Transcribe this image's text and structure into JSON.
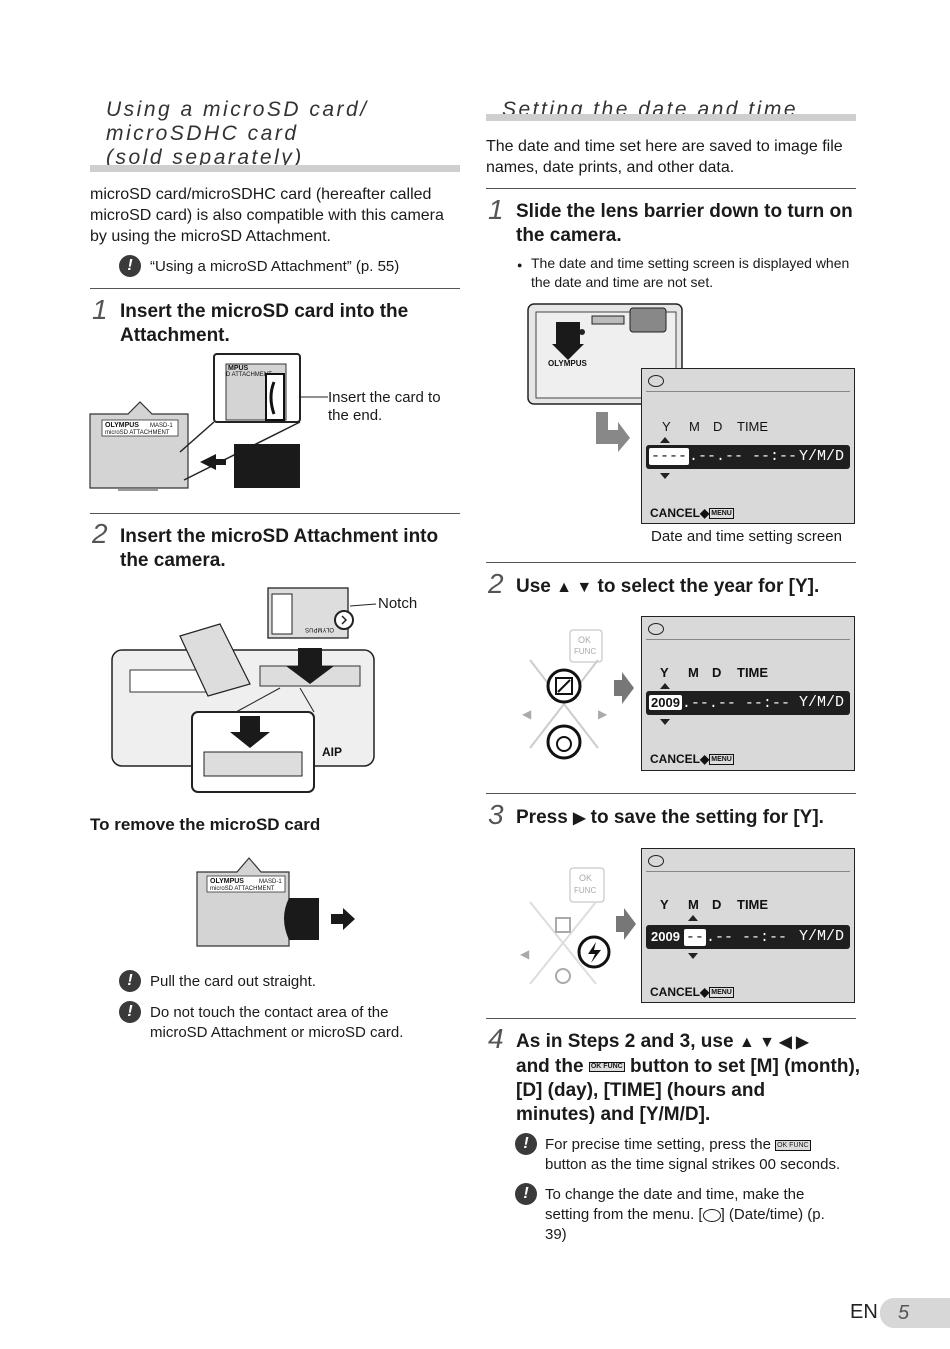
{
  "left": {
    "section_title": "Using a microSD card/\nmicroSDHC card\n(sold separately)",
    "intro": "microSD card/microSDHC card (hereafter called microSD card) is also compatible with this camera by using the microSD Attachment.",
    "intro_note": "“Using a microSD Attachment” (p. 55)",
    "step1": {
      "num": "1",
      "title": "Insert the microSD card into the Attachment.",
      "callout": "Insert the card to the end.",
      "brand": "OLYMPUS",
      "model": "MASD-1",
      "label": "microSD ATTACHMENT",
      "brand_partial": "MPUS",
      "label_partial": "D ATTACHMENT"
    },
    "step2": {
      "num": "2",
      "title": "Insert the microSD Attachment into the camera.",
      "callout": "Notch",
      "camera_mark": "АΙР"
    },
    "remove": {
      "title": "To remove the microSD card",
      "brand": "OLYMPUS",
      "model": "MASD-1",
      "label": "microSD ATTACHMENT",
      "note1": "Pull the card out straight.",
      "note2": "Do not touch the contact area of the microSD Attachment or microSD card."
    }
  },
  "right": {
    "section_title": "Setting the date and time",
    "intro": "The date and time set here are saved to image file names, date prints, and other data.",
    "step1": {
      "num": "1",
      "title": "Slide the lens barrier down to turn on the camera.",
      "bullet": "The date and time setting screen is displayed when the date and time are not set.",
      "brand": "OLYMPUS",
      "caption": "Date and time setting screen"
    },
    "screen1": {
      "y": "Y",
      "m": "M",
      "d": "D",
      "time": "TIME",
      "year": "----",
      "rest": ".--.--  --:--",
      "fmt": "Y/M/D",
      "cancel": "CANCEL"
    },
    "step2": {
      "num": "2",
      "pre": "Use",
      "post": "to select the year for [Y]."
    },
    "screen2": {
      "y": "Y",
      "m": "M",
      "d": "D",
      "time": "TIME",
      "year": "2009",
      "rest": ".--.--  --:--",
      "fmt": "Y/M/D",
      "cancel": "CANCEL"
    },
    "step3": {
      "num": "3",
      "pre": "Press",
      "post": "to save the setting for [Y]."
    },
    "screen3": {
      "y": "Y",
      "m": "M",
      "d": "D",
      "time": "TIME",
      "year": "2009",
      "month": "--",
      "rest": ".--  --:--",
      "fmt": "Y/M/D",
      "cancel": "CANCEL"
    },
    "step4": {
      "num": "4",
      "line1": "As in Steps 2 and 3, use",
      "line2a": "and the",
      "line2b": "button to set [M] (month),",
      "line3": "[D] (day), [TIME] (hours and",
      "line4": "minutes) and [Y/M/D].",
      "note1a": "For precise time setting, press the",
      "note1b": "button as the time signal strikes 00 seconds.",
      "note2a": "To change the date and time, make the setting from the menu. [",
      "note2b": "] (Date/time) (p. 39)"
    },
    "menu_tag": "MENU",
    "okfunc": "OK FUNC"
  },
  "footer": {
    "lang": "EN",
    "page": "5"
  }
}
